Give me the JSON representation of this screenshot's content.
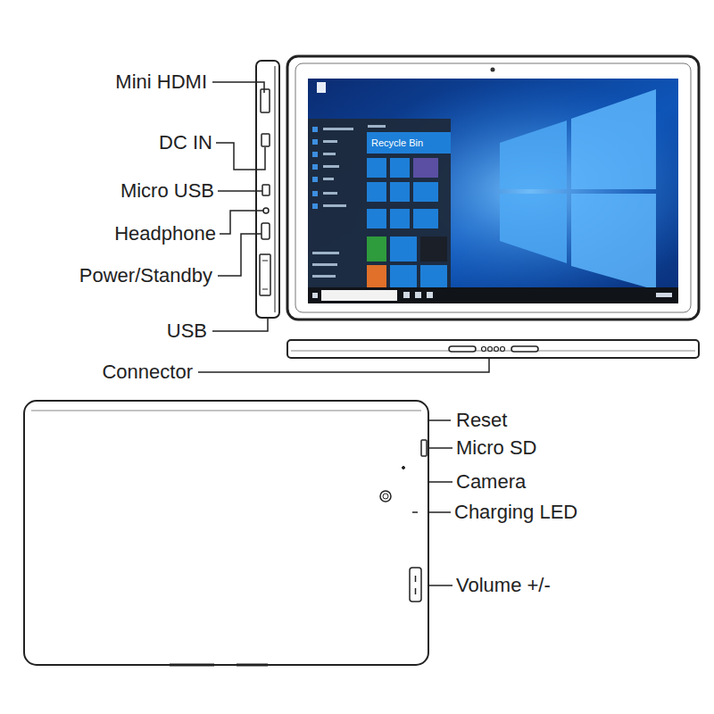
{
  "diagram": {
    "labels": [
      "Mini HDMI",
      "DC IN",
      "Micro USB",
      "Headphone",
      "Power/Standby",
      "USB",
      "Connector",
      "Reset",
      "Micro SD",
      "Camera",
      "Charging LED",
      "Volume +/-",
      "Recycle Bin"
    ]
  }
}
